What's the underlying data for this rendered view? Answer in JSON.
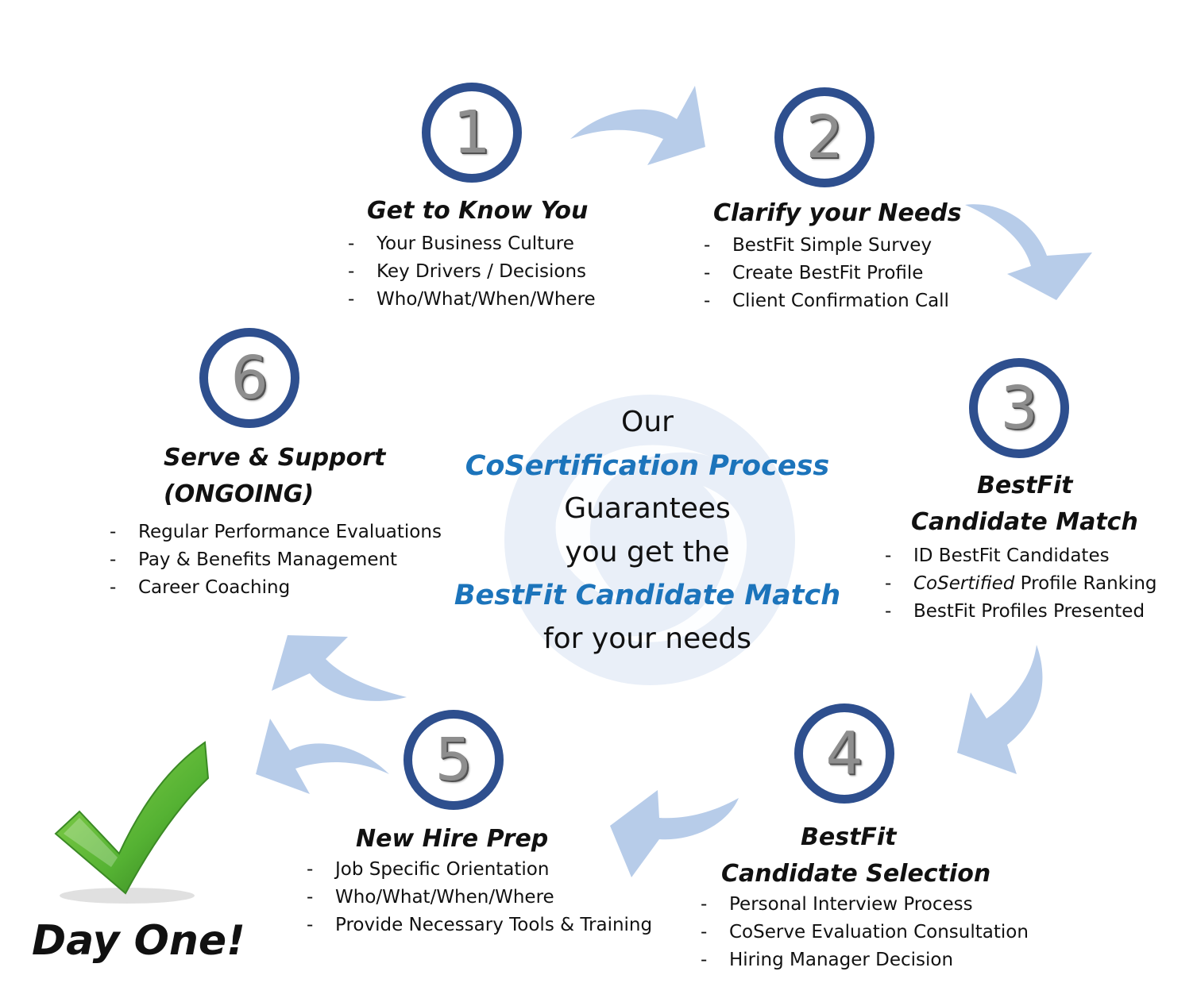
{
  "colors": {
    "circle_ring": "#2E4F8E",
    "numeral": "#8E8E8E",
    "arrow": "#B7CCE9",
    "highlight_text": "#1C74BB",
    "watermark": "#E9EFF8",
    "check_green": "#55B233"
  },
  "center": {
    "line1": "Our",
    "line2": "CoSertification Process",
    "line3": "Guarantees",
    "line4": "you get the",
    "line5": "BestFit Candidate Match",
    "line6": "for your needs"
  },
  "steps": [
    {
      "number": "1",
      "title": "Get to Know You",
      "bullets": [
        "Your Business Culture",
        "Key Drivers / Decisions",
        "Who/What/When/Where"
      ]
    },
    {
      "number": "2",
      "title": "Clarify your Needs",
      "bullets": [
        "BestFit Simple Survey",
        "Create BestFit Profile",
        "Client Confirmation Call"
      ]
    },
    {
      "number": "3",
      "title_line1": "BestFit",
      "title_line2": "Candidate Match",
      "bullets": [
        "ID BestFit Candidates",
        "CoSertified",
        "Profile Ranking",
        "BestFit Profiles Presented"
      ]
    },
    {
      "number": "4",
      "title_line1": "BestFit",
      "title_line2": "Candidate Selection",
      "bullets": [
        "Personal Interview Process",
        "CoServe Evaluation Consultation",
        "Hiring Manager Decision"
      ]
    },
    {
      "number": "5",
      "title": "New Hire Prep",
      "bullets": [
        "Job Specific Orientation",
        "Who/What/When/Where",
        "Provide Necessary Tools & Training"
      ]
    },
    {
      "number": "6",
      "title_line1": "Serve & Support",
      "title_line2": "(ONGOING)",
      "bullets": [
        "Regular Performance Evaluations",
        "Pay & Benefits Management",
        "Career Coaching"
      ]
    }
  ],
  "final_label": "Day One!",
  "icons": {
    "checkmark": "checkmark-icon",
    "arrow": "curved-arrow-icon",
    "watermark": "swirl-logo-icon"
  }
}
